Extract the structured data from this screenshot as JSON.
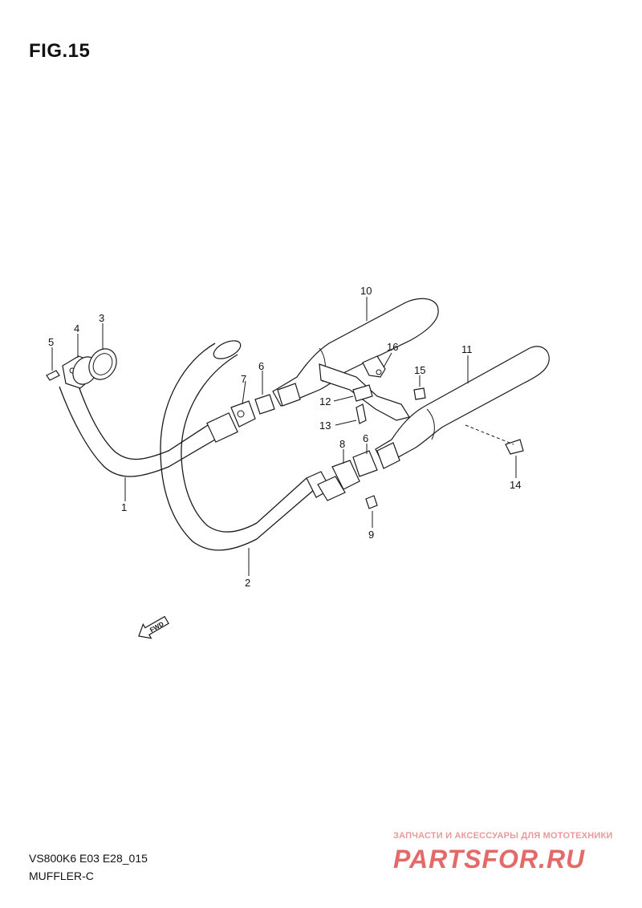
{
  "figure": {
    "title": "FIG.15"
  },
  "footer": {
    "code": "VS800K6 E03 E28_015",
    "section": "MUFFLER-C"
  },
  "direction_marker": "FWD",
  "callouts": [
    "1",
    "2",
    "3",
    "4",
    "5",
    "6",
    "6",
    "7",
    "8",
    "9",
    "10",
    "11",
    "12",
    "13",
    "14",
    "15",
    "16"
  ],
  "watermark": {
    "caption": "ЗАПЧАСТИ И АКСЕССУАРЫ ДЛЯ МОТОТЕХНИКИ",
    "logo_text": "PARTSFOR.RU",
    "color": "#e05050"
  }
}
